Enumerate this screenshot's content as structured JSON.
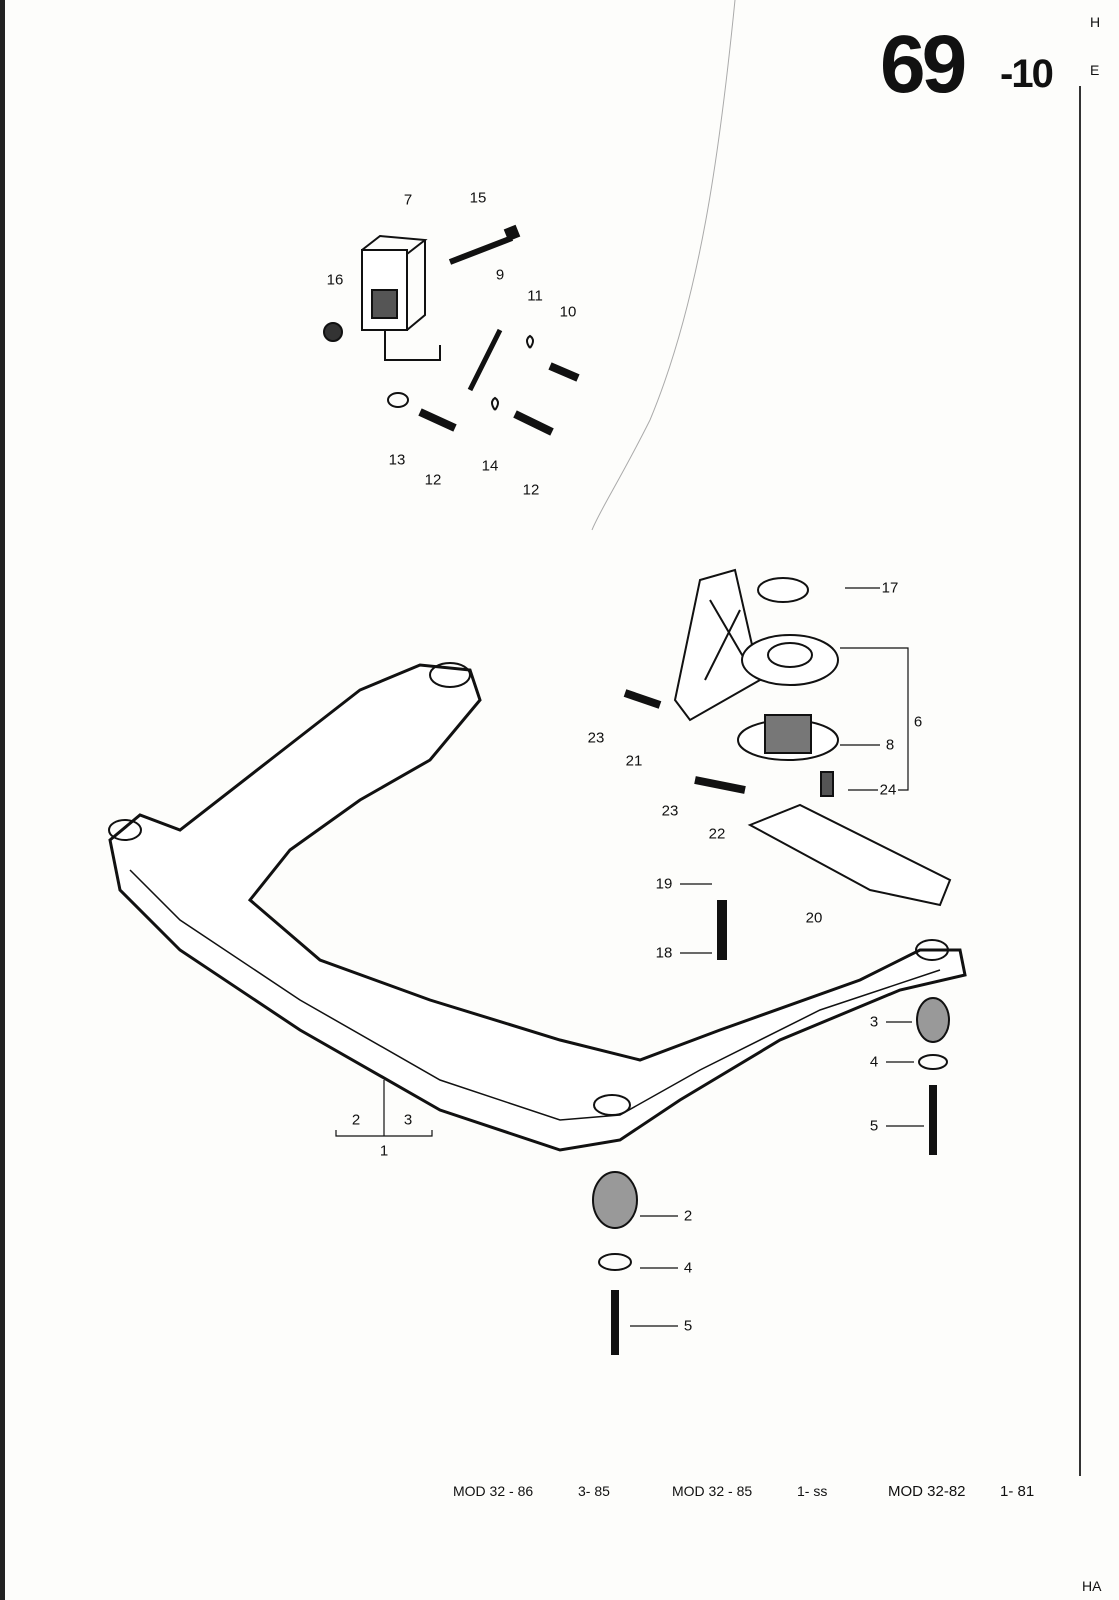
{
  "header": {
    "page_number": "69",
    "page_suffix": "-10"
  },
  "margin_marks": [
    "H",
    "E",
    "HA"
  ],
  "callouts": [
    "7",
    "15",
    "16",
    "9",
    "11",
    "10",
    "13",
    "12",
    "14",
    "12",
    "17",
    "6",
    "8",
    "24",
    "23",
    "21",
    "23",
    "22",
    "19",
    "20",
    "18",
    "3",
    "4",
    "5",
    "2",
    "3",
    "1",
    "2",
    "4",
    "5"
  ],
  "footer": {
    "groups": [
      {
        "model": "MOD 32 - 86",
        "date": "3- 85"
      },
      {
        "model": "MOD 32 - 85",
        "date": "1- ss"
      },
      {
        "model": "MOD 32-82",
        "date": "1- 81"
      }
    ]
  }
}
